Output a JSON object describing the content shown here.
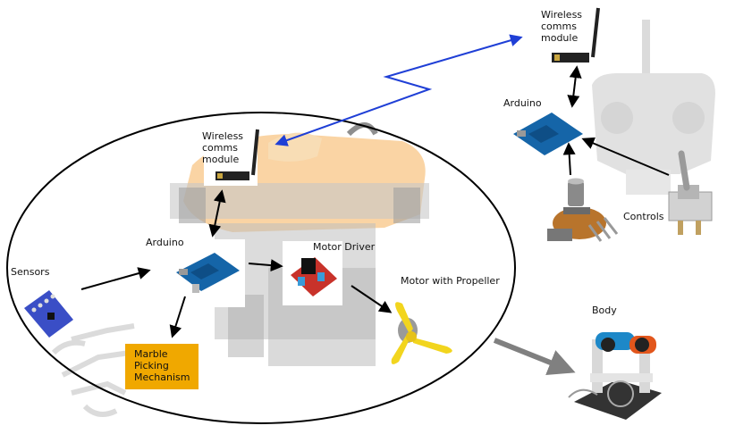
{
  "diagram": {
    "labels": {
      "wireless_robot_line1": "Wireless",
      "wireless_robot_line2": "comms",
      "wireless_robot_line3": "module",
      "wireless_remote_line1": "Wireless",
      "wireless_remote_line2": "comms",
      "wireless_remote_line3": "module",
      "arduino_robot": "Arduino",
      "arduino_remote": "Arduino",
      "motor_driver": "Motor Driver",
      "sensors": "Sensors",
      "motor_with_propeller": "Motor with Propeller",
      "controls": "Controls",
      "body": "Body",
      "marble_line1": "Marble",
      "marble_line2": "Picking",
      "marble_line3": "Mechanism"
    },
    "colors": {
      "wireless_link": "#1f3fd6",
      "arrow": "#000000",
      "body_arrow": "#808080",
      "marble_box": "#f0a800",
      "propeller": "#f2d51e",
      "arduino_board": "#1565a8",
      "motor_driver_board": "#c8322a",
      "sensor_board": "#3a4ec6"
    },
    "icons": [
      "wireless-module-icon",
      "antenna-icon",
      "arduino-board-icon",
      "motor-driver-board-icon",
      "sensor-board-icon",
      "propeller-motor-icon",
      "potentiometer-icon",
      "toggle-switch-icon",
      "rc-transmitter-icon",
      "rov-body-icon",
      "underwater-robot-icon",
      "robot-arm-icon"
    ]
  }
}
